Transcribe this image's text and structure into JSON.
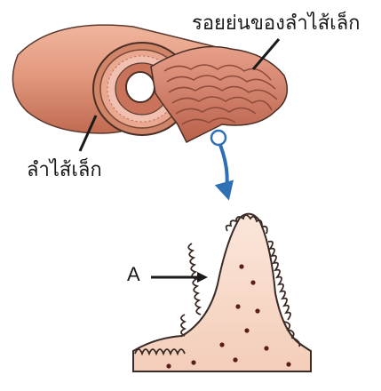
{
  "labels": {
    "folds": "รอยย่นของลำไส้เล็ก",
    "intestine": "ลำไส้เล็ก",
    "villus_marker": "A"
  },
  "colors": {
    "tube_outer": "#e39a7f",
    "tube_dark": "#c87257",
    "tube_inner": "#b96249",
    "fold": "#d4806a",
    "lumen_pink": "#f0b7a4",
    "villus_fill": "#f7d9c9",
    "villus_edge": "#3a2a26",
    "arrow_blue": "#2f6fb6"
  },
  "icons": [
    "pointer-arrow",
    "zoom-arrow",
    "zoom-circle"
  ]
}
